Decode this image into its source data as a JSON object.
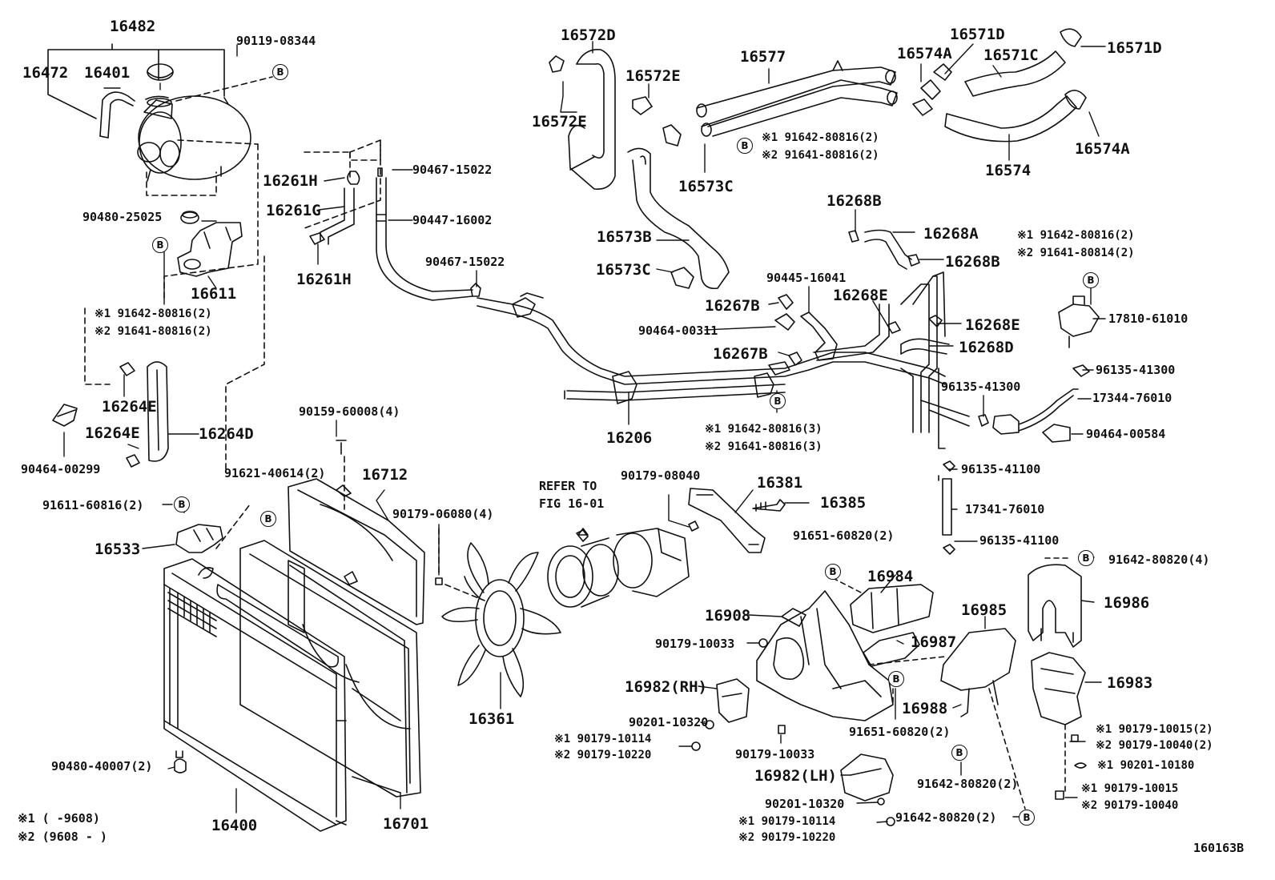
{
  "diagram_id": "160163B",
  "notes": {
    "n1": "※1 (     -9608)",
    "n2": "※2 (9608 -     )"
  },
  "b_marker": "B",
  "parts": {
    "p16482": "16482",
    "p90119_08344": "90119-08344",
    "p16472": "16472",
    "p16401": "16401",
    "p90480_25025": "90480-25025",
    "p16611": "16611",
    "p16261H_a": "16261H",
    "p16261G": "16261G",
    "p16261H_b": "16261H",
    "p90467_15022_a": "90467-15022",
    "p90447_16002": "90447-16002",
    "p90467_15022_b": "90467-15022",
    "p_b_91642_80816_2_a": "※1 91642-80816(2)",
    "p_b_91641_80816_2_a": "※2 91641-80816(2)",
    "p16264E_a": "16264E",
    "p16264E_b": "16264E",
    "p16264D": "16264D",
    "p90464_00299": "90464-00299",
    "p90159_60008": "90159-60008(4)",
    "p91621_40614": "91621-40614(2)",
    "p16712": "16712",
    "p91611_60816": "91611-60816(2)",
    "p16533": "16533",
    "p90480_40007": "90480-40007(2)",
    "p16400": "16400",
    "p16701": "16701",
    "p16572D": "16572D",
    "p16572E_a": "16572E",
    "p16572E_b": "16572E",
    "p16577": "16577",
    "p16573C_a": "16573C",
    "p16573B": "16573B",
    "p16573C_b": "16573C",
    "p_b_91642_80816_2_b": "※1 91642-80816(2)",
    "p_b_91641_80816_2_b": "※2 91641-80816(2)",
    "p16574A_a": "16574A",
    "p16571D_a": "16571D",
    "p16571C": "16571C",
    "p16571D_b": "16571D",
    "p16574": "16574",
    "p16574A_b": "16574A",
    "p16268B_a": "16268B",
    "p16268A": "16268A",
    "p16268B_b": "16268B",
    "p90445_16041": "90445-16041",
    "p16267B_a": "16267B",
    "p16268E_a": "16268E",
    "p90464_00311": "90464-00311",
    "p16268E_b": "16268E",
    "p16267B_b": "16267B",
    "p16268D": "16268D",
    "p16206": "16206",
    "p_b_91642_80816_3": "※1 91642-80816(3)",
    "p_b_91641_80816_3": "※2 91641-80816(3)",
    "p_b_91642_80816_2_c": "※1 91642-80816(2)",
    "p_b_91641_80814_2": "※2 91641-80814(2)",
    "p17810_61010": "17810-61010",
    "p96135_41300_a": "96135-41300",
    "p96135_41300_b": "96135-41300",
    "p17344_76010": "17344-76010",
    "p90464_00584": "90464-00584",
    "p96135_41100_a": "96135-41100",
    "p17341_76010": "17341-76010",
    "p96135_41100_b": "96135-41100",
    "p_refer1": "REFER TO",
    "p_refer2": "FIG 16-01",
    "p90179_08040": "90179-08040",
    "p16381": "16381",
    "p16385": "16385",
    "p90179_06080": "90179-06080(4)",
    "p16361": "16361",
    "p91651_60820_a": "91651-60820(2)",
    "p16984": "16984",
    "p91642_80820_4": "91642-80820(4)",
    "p16986": "16986",
    "p16908": "16908",
    "p16985": "16985",
    "p90179_10033_a": "90179-10033",
    "p16987": "16987",
    "p16982RH": "16982(RH)",
    "p16983": "16983",
    "p90201_10320_a": "90201-10320",
    "p16988": "16988",
    "p91651_60820_b": "91651-60820(2)",
    "p_n1_90179_10114_a": "※1 90179-10114",
    "p_n2_90179_10220_a": "※2 90179-10220",
    "p90179_10033_b": "90179-10033",
    "p_n1_90179_10015_2": "※1 90179-10015(2)",
    "p_n2_90179_10040_2": "※2 90179-10040(2)",
    "p_n1_90201_10180": "※1 90201-10180",
    "p16982LH": "16982(LH)",
    "p91642_80820_2_a": "91642-80820(2)",
    "p_n1_90179_10015": "※1 90179-10015",
    "p_n2_90179_10040": "※2 90179-10040",
    "p90201_10320_b": "90201-10320",
    "p_n1_90179_10114_b": "※1 90179-10114",
    "p_n2_90179_10220_b": "※2 90179-10220",
    "p91642_80820_2_b": "91642-80820(2)"
  }
}
